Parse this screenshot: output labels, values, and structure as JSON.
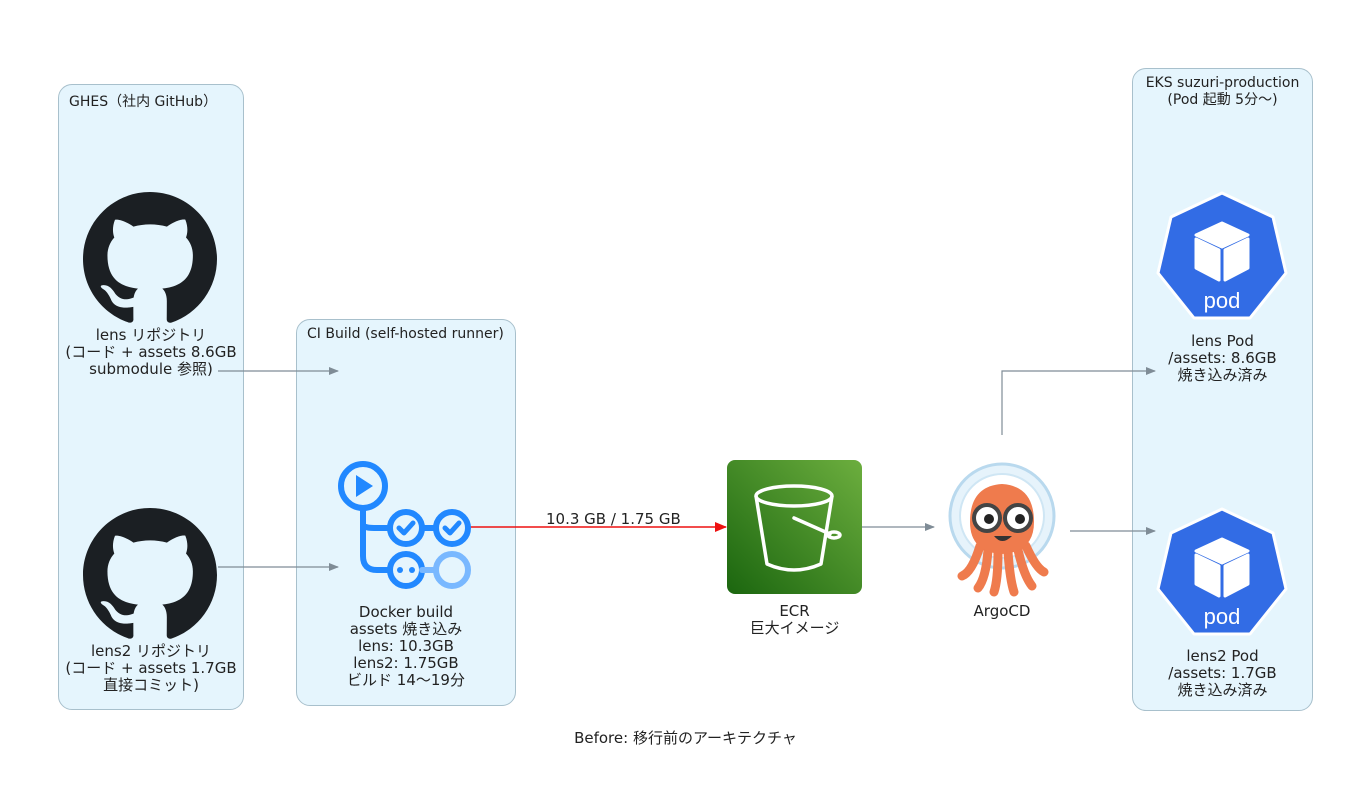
{
  "clusters": {
    "ghes": {
      "title": "GHES（社内 GitHub）"
    },
    "ci": {
      "title": "CI Build (self-hosted runner)"
    },
    "eks": {
      "title_line1": "EKS suzuri-production",
      "title_line2": "(Pod 起動 5分〜)"
    }
  },
  "nodes": {
    "lens_repo": {
      "icon": "github-icon",
      "lines": [
        "lens リポジトリ",
        "(コード + assets 8.6GB",
        "submodule 参照)"
      ]
    },
    "lens2_repo": {
      "icon": "github-icon",
      "lines": [
        "lens2 リポジトリ",
        "(コード + assets 1.7GB",
        "直接コミット)"
      ]
    },
    "docker_build": {
      "icon": "github-actions-icon",
      "lines": [
        "Docker build",
        "assets 焼き込み",
        "lens: 10.3GB",
        "lens2: 1.75GB",
        "ビルド 14〜19分"
      ]
    },
    "ecr": {
      "icon": "aws-ecr-icon",
      "lines": [
        "ECR",
        "巨大イメージ"
      ]
    },
    "argocd": {
      "icon": "argocd-icon",
      "lines": [
        "ArgoCD"
      ]
    },
    "lens_pod": {
      "icon": "kubernetes-pod-icon",
      "icon_text": "pod",
      "lines": [
        "lens Pod",
        "/assets: 8.6GB",
        "焼き込み済み"
      ]
    },
    "lens2_pod": {
      "icon": "kubernetes-pod-icon",
      "icon_text": "pod",
      "lines": [
        "lens2 Pod",
        "/assets: 1.7GB",
        "焼き込み済み"
      ]
    }
  },
  "edges": {
    "build_to_ecr": {
      "label": "10.3 GB / 1.75 GB",
      "color": "#ee1111"
    },
    "default_color": "#7f8c96"
  },
  "caption": "Before: 移行前のアーキテクチャ",
  "colors": {
    "cluster_fill": "#e5f5fd",
    "ecr_green": "#3f8f29",
    "k8s_blue": "#326ce5",
    "actions_blue": "#2188ff",
    "argo_orange": "#ef7b4d"
  }
}
